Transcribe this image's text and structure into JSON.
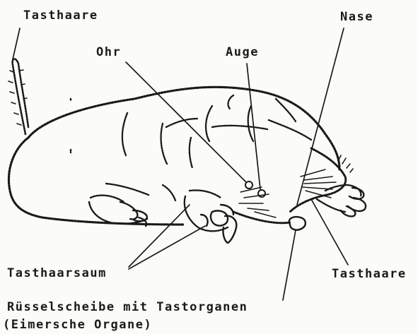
{
  "labels": {
    "tail_hairs": "Tasthaare",
    "ear": "Ohr",
    "eye": "Auge",
    "nose": "Nase",
    "hair_fringe": "Tasthaarsaum",
    "snout_hairs": "Tasthaare",
    "snout_disc_line1": "Rüsselscheibe mit Tastorganen",
    "snout_disc_line2": "(Eimersche Organe)"
  },
  "colors": {
    "ink": "#1a1a1a",
    "paper": "#fbfbf8"
  }
}
